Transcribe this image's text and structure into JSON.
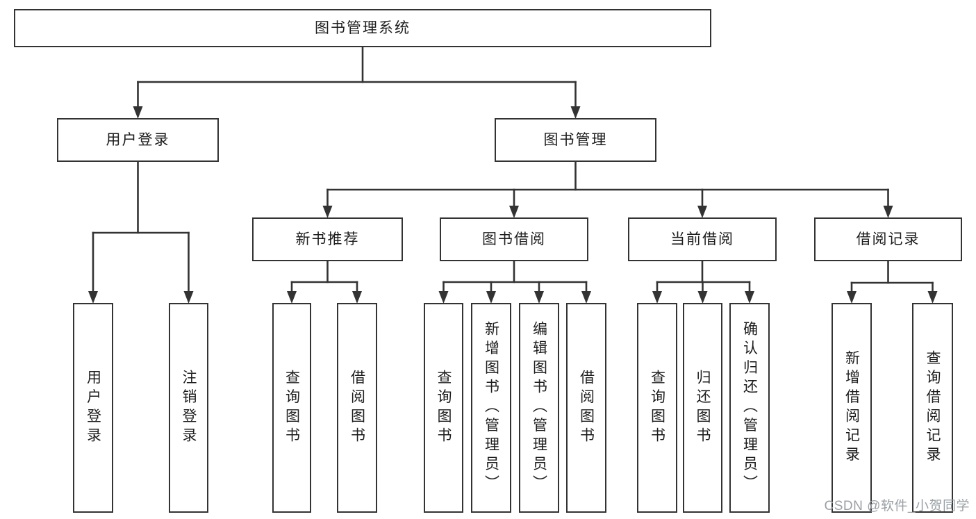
{
  "diagram": {
    "title": "图书管理系统",
    "nodes": [
      {
        "id": "root",
        "label": "图书管理系统",
        "parent": null,
        "text_direction": "horizontal"
      },
      {
        "id": "user-login",
        "label": "用户登录",
        "parent": "root",
        "text_direction": "horizontal"
      },
      {
        "id": "book-management",
        "label": "图书管理",
        "parent": "root",
        "text_direction": "horizontal"
      },
      {
        "id": "user-login-leaf",
        "label": "用户登录",
        "parent": "user-login",
        "text_direction": "vertical"
      },
      {
        "id": "logout-leaf",
        "label": "注销登录",
        "parent": "user-login",
        "text_direction": "vertical"
      },
      {
        "id": "new-book-recommend",
        "label": "新书推荐",
        "parent": "book-management",
        "text_direction": "horizontal"
      },
      {
        "id": "book-borrow",
        "label": "图书借阅",
        "parent": "book-management",
        "text_direction": "horizontal"
      },
      {
        "id": "current-borrow",
        "label": "当前借阅",
        "parent": "book-management",
        "text_direction": "horizontal"
      },
      {
        "id": "borrow-record",
        "label": "借阅记录",
        "parent": "book-management",
        "text_direction": "horizontal"
      },
      {
        "id": "query-book-1",
        "label": "查询图书",
        "parent": "new-book-recommend",
        "text_direction": "vertical"
      },
      {
        "id": "borrow-book-1",
        "label": "借阅图书",
        "parent": "new-book-recommend",
        "text_direction": "vertical"
      },
      {
        "id": "query-book-2",
        "label": "查询图书",
        "parent": "book-borrow",
        "text_direction": "vertical"
      },
      {
        "id": "add-book",
        "label": "新增图书（管理员）",
        "parent": "book-borrow",
        "text_direction": "vertical"
      },
      {
        "id": "edit-book",
        "label": "编辑图书（管理员）",
        "parent": "book-borrow",
        "text_direction": "vertical"
      },
      {
        "id": "borrow-book-2",
        "label": "借阅图书",
        "parent": "book-borrow",
        "text_direction": "vertical"
      },
      {
        "id": "query-book-3",
        "label": "查询图书",
        "parent": "current-borrow",
        "text_direction": "vertical"
      },
      {
        "id": "return-book",
        "label": "归还图书",
        "parent": "current-borrow",
        "text_direction": "vertical"
      },
      {
        "id": "confirm-return",
        "label": "确认归还（管理员）",
        "parent": "current-borrow",
        "text_direction": "vertical"
      },
      {
        "id": "add-borrow-record",
        "label": "新增借阅记录",
        "parent": "borrow-record",
        "text_direction": "vertical"
      },
      {
        "id": "query-borrow-record",
        "label": "查询借阅记录",
        "parent": "borrow-record",
        "text_direction": "vertical"
      }
    ]
  },
  "watermark": {
    "text": "CSDN @软件_小贺同学"
  },
  "colors": {
    "line": "#333333",
    "text": "#1d1d1d",
    "watermark": "#9aa0a6",
    "background": "#ffffff"
  }
}
